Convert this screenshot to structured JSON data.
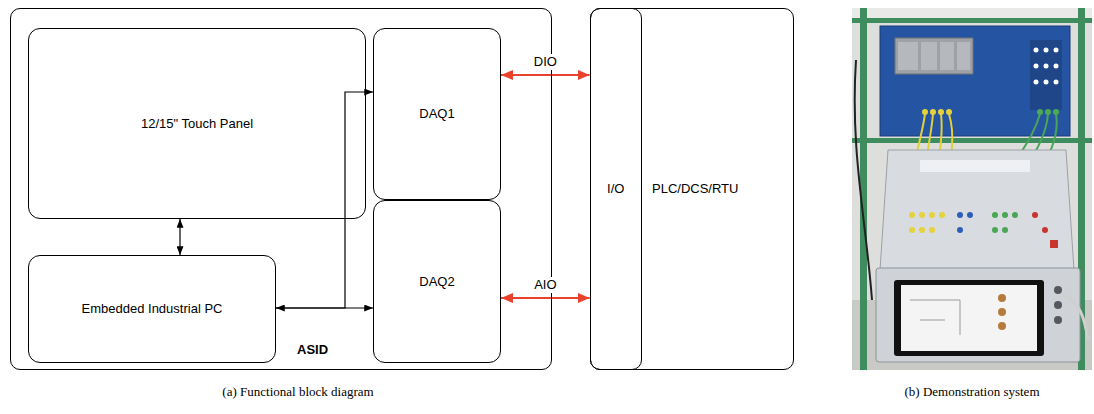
{
  "diagram": {
    "nodes": [
      {
        "text": [
          "ASID"
        ]
      },
      {
        "text": [
          "12/15\" Touch Panel"
        ],
        "in": 0
      },
      {
        "text": [
          "Embedded Industrial PC"
        ],
        "in": 0
      },
      {
        "text": [
          "DAQ1"
        ],
        "in": 0
      },
      {
        "text": [
          "DAQ2"
        ],
        "in": 0
      },
      {
        "text": [
          "PLC/DCS/RTU"
        ]
      },
      {
        "text": [
          "I/O"
        ],
        "in": 5
      }
    ],
    "edges": [
      {
        "from": 1,
        "to": 2,
        "arrow": "both"
      },
      {
        "from": 2,
        "to": 4,
        "arrow": "both"
      },
      {
        "from": 2,
        "to": 3,
        "arrow": "to"
      },
      {
        "from": 3,
        "to": 6,
        "arrow": "both",
        "label": "DIO"
      },
      {
        "from": 4,
        "to": 6,
        "arrow": "both",
        "label": "AIO"
      }
    ],
    "labels": [
      "(a) Functional block diagram",
      "(b) Demonstration system"
    ]
  }
}
